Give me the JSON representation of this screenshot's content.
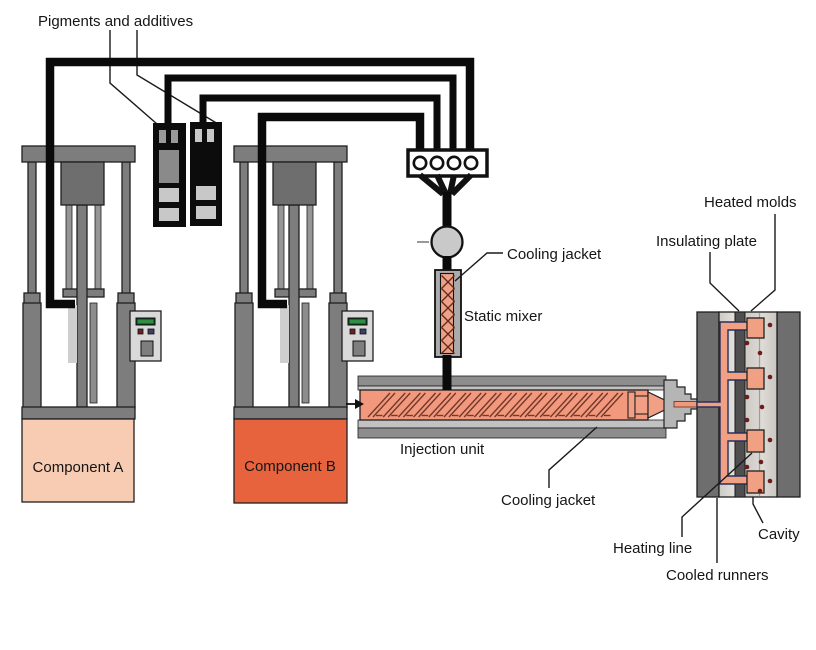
{
  "figure": {
    "background": "#ffffff",
    "labels": {
      "pigments_additives": "Pigments and additives",
      "cooling_jacket_mixer": "Cooling jacket",
      "static_mixer": "Static mixer",
      "injection_unit": "Injection unit",
      "cooling_jacket_barrel": "Cooling jacket",
      "heated_molds": "Heated molds",
      "insulating_plate": "Insulating plate",
      "heating_line": "Heating line",
      "cooled_runners": "Cooled runners",
      "cavity": "Cavity",
      "component_a": "Component A",
      "component_b": "Component B"
    },
    "colors": {
      "component_a": "#f8ccb2",
      "component_b": "#e7633e",
      "melt_salmon": "#f2997d",
      "runner_salmon": "#f2a084",
      "machine_gray": "#7d7d7d",
      "motor_gray": "#6e6e6e",
      "light_gray": "#c2c2c2",
      "mold_column_gray": "#6e6e6e",
      "insulating_dark": "#4f4f4f",
      "runner_outline_navy": "#25305c",
      "heating_dot_red": "#6b1d1d",
      "pipe_black": "#0a0a0a",
      "display_green": "#2f8d46"
    }
  }
}
